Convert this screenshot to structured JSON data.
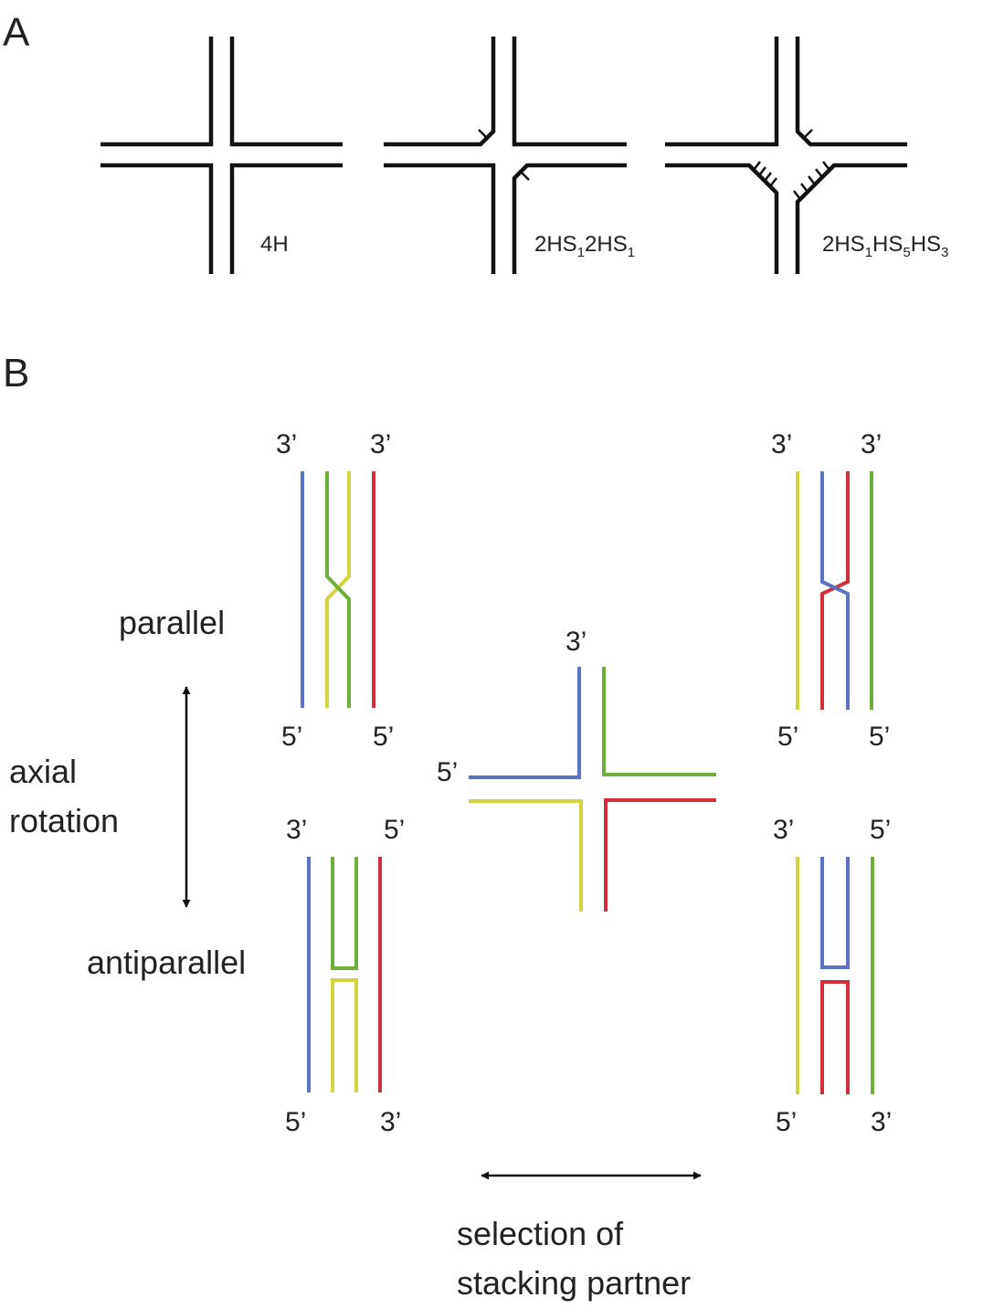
{
  "panel_a": {
    "label": "A",
    "junctions": [
      {
        "label": "4H"
      },
      {
        "label_parts": [
          "2HS",
          "1",
          "2HS",
          "1"
        ]
      },
      {
        "label_parts": [
          "2HS",
          "1",
          "HS",
          "5",
          "HS",
          "3"
        ]
      }
    ]
  },
  "panel_b": {
    "label": "B",
    "strand_colors": {
      "blue": "#5a74c2",
      "green": "#6fad3c",
      "yellow": "#d3d33f",
      "red": "#d22e3c"
    },
    "parallel_label": "parallel",
    "axial_rotation_label": [
      "axial",
      "rotation"
    ],
    "antiparallel_label": "antiparallel",
    "stacking_label": [
      "selection of",
      "stacking partner"
    ],
    "ends": {
      "left_parallel": {
        "top_left": "3’",
        "top_right": "3’",
        "bottom_left": "5’",
        "bottom_right": "5’"
      },
      "left_antiparallel": {
        "top_left": "3’",
        "top_right": "5’",
        "bottom_left": "5’",
        "bottom_right": "3’"
      },
      "right_parallel": {
        "top_left": "3’",
        "top_right": "3’",
        "bottom_left": "5’",
        "bottom_right": "5’"
      },
      "right_antiparallel": {
        "top_left": "3’",
        "top_right": "5’",
        "bottom_left": "5’",
        "bottom_right": "3’"
      },
      "center": {
        "top": "3’",
        "left": "5’"
      }
    }
  }
}
